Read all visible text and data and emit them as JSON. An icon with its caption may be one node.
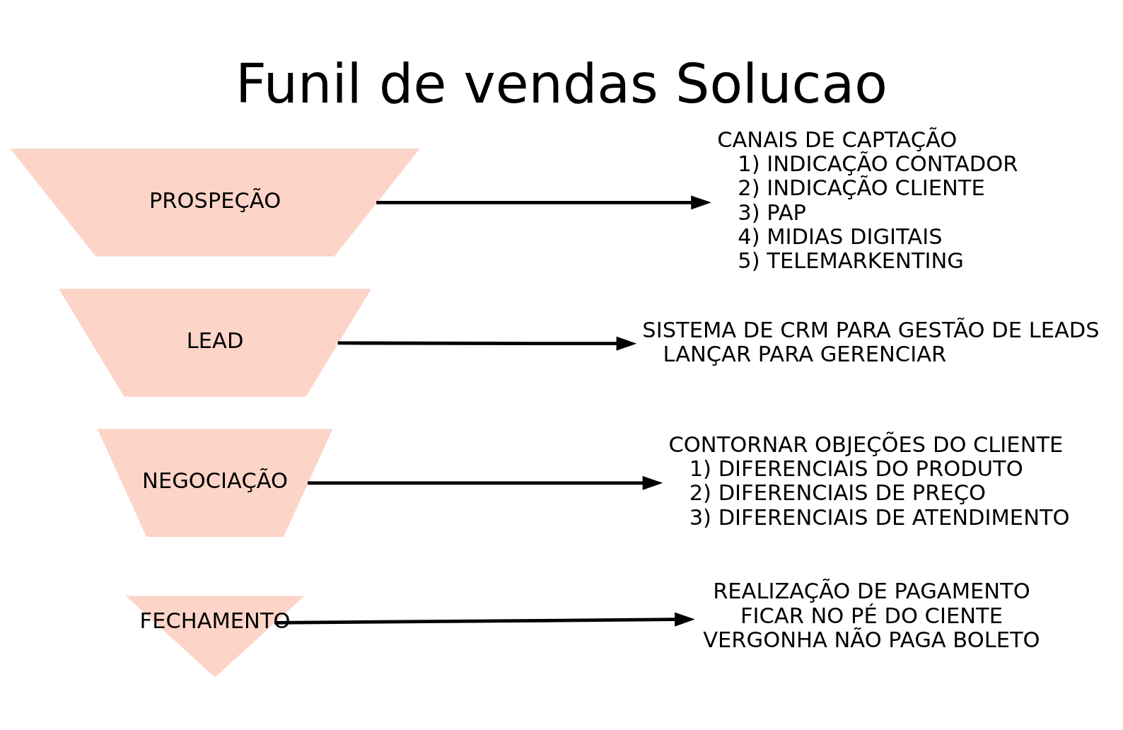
{
  "diagram": {
    "title": "Funil de vendas Solucao",
    "nodes": [
      {
        "text": [
          "PROSPEÇÃO"
        ]
      },
      {
        "text": [
          "LEAD"
        ]
      },
      {
        "text": [
          "NEGOCIAÇÃO"
        ]
      },
      {
        "text": [
          "FECHAMENTO"
        ]
      },
      {
        "text": [
          "CANAIS DE CAPTAÇÃO",
          "1) INDICAÇÃO CONTADOR",
          "2) INDICAÇÃO CLIENTE",
          "3) PAP",
          "4) MIDIAS DIGITAIS",
          "5) TELEMARKENTING"
        ]
      },
      {
        "text": [
          "SISTEMA DE CRM PARA GESTÃO DE LEADS",
          "LANÇAR PARA GERENCIAR"
        ]
      },
      {
        "text": [
          "CONTORNAR OBJEÇÕES DO CLIENTE",
          "1) DIFERENCIAIS DO PRODUTO",
          "2) DIFERENCIAIS DE PREÇO",
          "3) DIFERENCIAIS DE ATENDIMENTO"
        ]
      },
      {
        "text": [
          "REALIZAÇÃO DE PAGAMENTO",
          "FICAR NO PÉ DO CIENTE",
          "VERGONHA NÃO PAGA BOLETO"
        ]
      }
    ],
    "edges": [
      {
        "from": 0,
        "to": 4,
        "arrow": "to"
      },
      {
        "from": 1,
        "to": 5,
        "arrow": "to"
      },
      {
        "from": 2,
        "to": 6,
        "arrow": "to"
      },
      {
        "from": 3,
        "to": 7,
        "arrow": "to"
      }
    ]
  }
}
